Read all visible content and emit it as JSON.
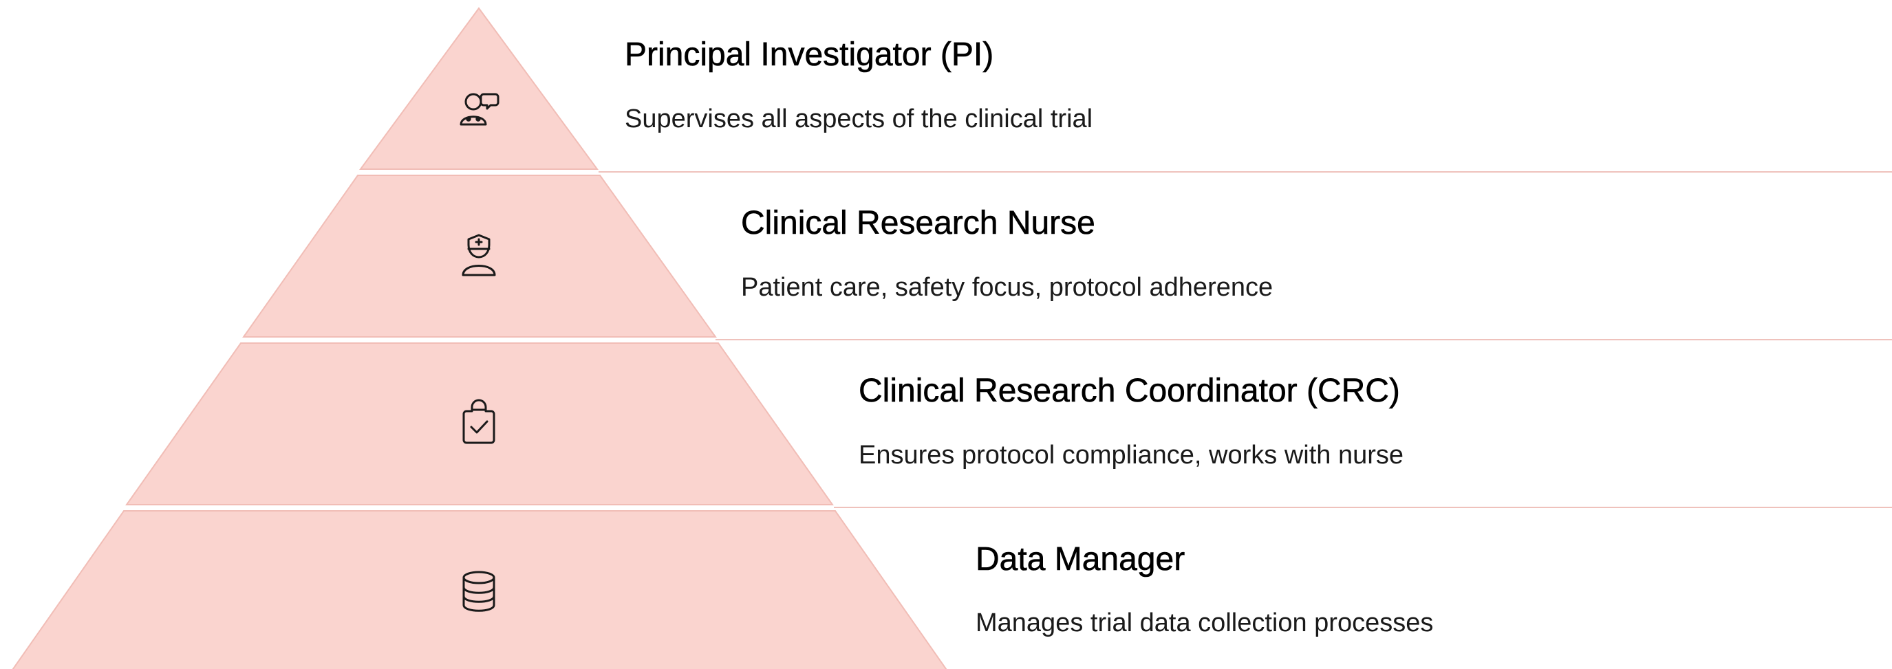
{
  "colors": {
    "tier_fill": "#fad4cf",
    "tier_stroke": "#f1bdb6",
    "divider": "#efc2bc",
    "icon": "#1a1a1a",
    "title_text": "#000000",
    "desc_text": "#1a1a1a"
  },
  "tiers": [
    {
      "title": "Principal Investigator (PI)",
      "description": "Supervises all aspects of the clinical trial",
      "icon": "doctor-consultation-icon"
    },
    {
      "title": "Clinical Research Nurse",
      "description": "Patient care, safety focus, protocol adherence",
      "icon": "nurse-icon"
    },
    {
      "title": "Clinical Research Coordinator (CRC)",
      "description": "Ensures protocol compliance, works with nurse",
      "icon": "clipboard-check-icon"
    },
    {
      "title": "Data Manager",
      "description": "Manages trial data collection processes",
      "icon": "database-icon"
    }
  ]
}
